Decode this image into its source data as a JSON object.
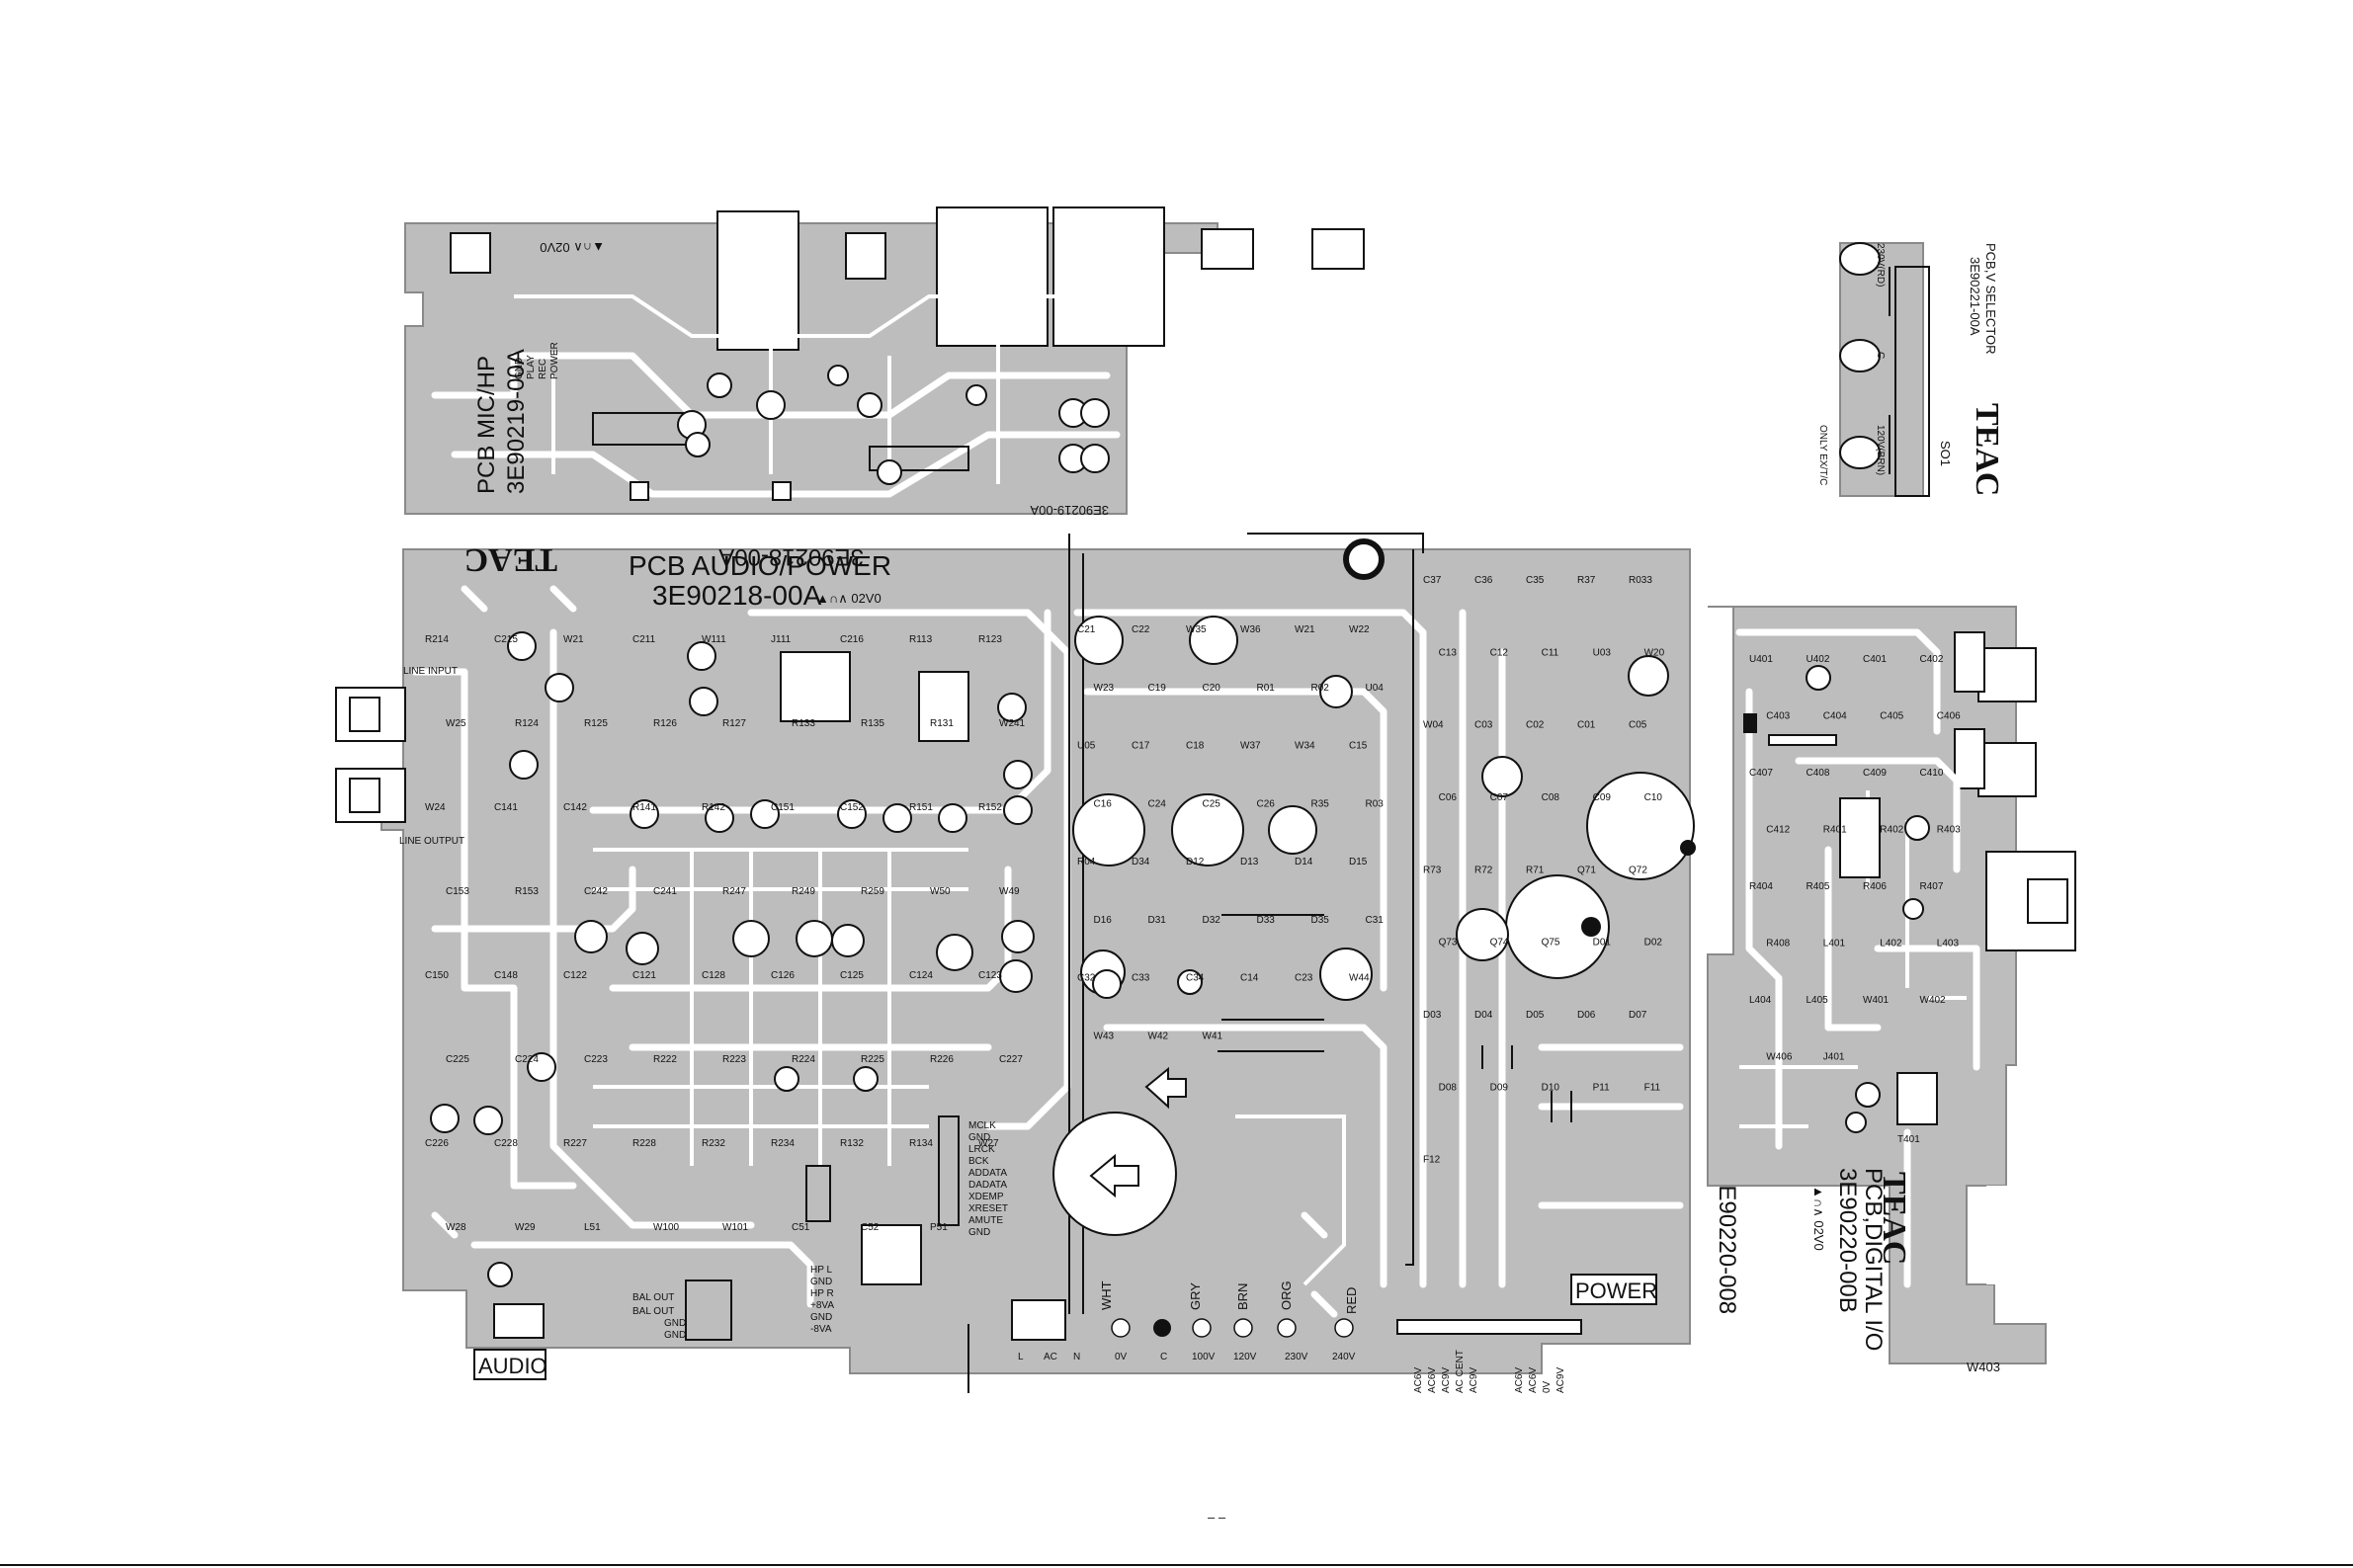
{
  "boards": {
    "audio_power": {
      "title": "PCB AUDIO/POWER",
      "part_no": "3E90218-00A",
      "rev": "▲∩∧ 02V0",
      "brand": "TEAC",
      "mirrored_part_no": "3E90218-00A",
      "audio_box": "AUDIO",
      "power_box": "POWER",
      "line_input": "LINE INPUT",
      "line_output": "LINE OUTPUT",
      "terminals": [
        "WHT",
        "GRY",
        "BRN",
        "ORG",
        "RED"
      ],
      "voltages": [
        "0V",
        "C",
        "100V",
        "120V",
        "230V",
        "240V"
      ],
      "ac_labels": [
        "L",
        "AC",
        "N"
      ],
      "mirrored_bottom": "3E90220-008",
      "digital_header": [
        "MCLK",
        "GND",
        "LRCK",
        "BCK",
        "ADDATA",
        "DADATA",
        "XDEMP",
        "XRESET",
        "AMUTE",
        "GND"
      ],
      "bal_out": [
        "BAL OUT",
        "BAL OUT",
        "GND",
        "GND"
      ],
      "hp_pins": [
        "HP L",
        "GND",
        "HP R",
        "+8VA",
        "GND",
        "-8VA"
      ],
      "power_pins": [
        "AC6V",
        "AC6V",
        "AC9V",
        "AC CENT",
        "AC9V",
        "AC6V",
        "AC6V",
        "0V",
        "AC9V"
      ]
    },
    "mic_hp": {
      "title": "PCB MIC/HP",
      "part_no": "3E90219-00A",
      "rev": "▲∩∧ 02V0",
      "pins": [
        "GND",
        "PLAY",
        "REC",
        "POWER"
      ],
      "mirrored": "3E90219-00A"
    },
    "v_selector": {
      "title": "PCB,V SELECTOR",
      "part_no": "3E90221-00A",
      "brand": "TEAC",
      "labels": [
        "230V(RD)",
        "120V(BRN)",
        "C",
        "SO1",
        "ONLY EX/T/C"
      ]
    },
    "digital_io": {
      "title": "PCB,DIGITAL I/O",
      "part_no": "3E90220-00B",
      "brand": "TEAC",
      "rev": "▲∩∧ 02V0",
      "ref_w403": "W403",
      "ref_t401": "T401"
    }
  },
  "component_labels": {
    "audio": [
      "R214",
      "C215",
      "W21",
      "C211",
      "W111",
      "J111",
      "C216",
      "R113",
      "R123",
      "W25",
      "R124",
      "R125",
      "R126",
      "R127",
      "R133",
      "R135",
      "R131",
      "W241",
      "W24",
      "C141",
      "C142",
      "R141",
      "R142",
      "C151",
      "C152",
      "R151",
      "R152",
      "C153",
      "R153",
      "C242",
      "C241",
      "R247",
      "R249",
      "R259",
      "W50",
      "W49",
      "C150",
      "C148",
      "C122",
      "C121",
      "C128",
      "C126",
      "C125",
      "C124",
      "C123",
      "C225",
      "C224",
      "C223",
      "R222",
      "R223",
      "R224",
      "R225",
      "R226",
      "C227",
      "C226",
      "C228",
      "R227",
      "R228",
      "R232",
      "R234",
      "R132",
      "R134",
      "W27",
      "W28",
      "W29",
      "L51",
      "W100",
      "W101",
      "C51",
      "C52",
      "P51"
    ],
    "power": [
      "C21",
      "C22",
      "W35",
      "W36",
      "W21",
      "W22",
      "W23",
      "C19",
      "C20",
      "R01",
      "R02",
      "U04",
      "U05",
      "C17",
      "C18",
      "W37",
      "W34",
      "C15",
      "C16",
      "C24",
      "C25",
      "C26",
      "R35",
      "R03",
      "R04",
      "D34",
      "D12",
      "D13",
      "D14",
      "D15",
      "D16",
      "D31",
      "D32",
      "D33",
      "D35",
      "C31",
      "C32",
      "C33",
      "C34",
      "C14",
      "C23",
      "W44",
      "W43",
      "W42",
      "W41"
    ],
    "digital_power": [
      "C37",
      "C36",
      "C35",
      "R37",
      "R033",
      "C13",
      "C12",
      "C11",
      "U03",
      "W20",
      "W04",
      "C03",
      "C02",
      "C01",
      "C05",
      "C06",
      "C07",
      "C08",
      "C09",
      "C10",
      "R73",
      "R72",
      "R71",
      "Q71",
      "Q72",
      "Q73",
      "Q74",
      "Q75",
      "D01",
      "D02",
      "D03",
      "D04",
      "D05",
      "D06",
      "D07",
      "D08",
      "D09",
      "D10",
      "P11",
      "F11",
      "F12"
    ],
    "digital_io": [
      "U401",
      "U402",
      "C401",
      "C402",
      "C403",
      "C404",
      "C405",
      "C406",
      "C407",
      "C408",
      "C409",
      "C410",
      "C412",
      "R401",
      "R402",
      "R403",
      "R404",
      "R405",
      "R406",
      "R407",
      "R408",
      "L401",
      "L402",
      "L403",
      "L404",
      "L405",
      "W401",
      "W402",
      "W406",
      "J401"
    ]
  },
  "page_footer": "–  –"
}
